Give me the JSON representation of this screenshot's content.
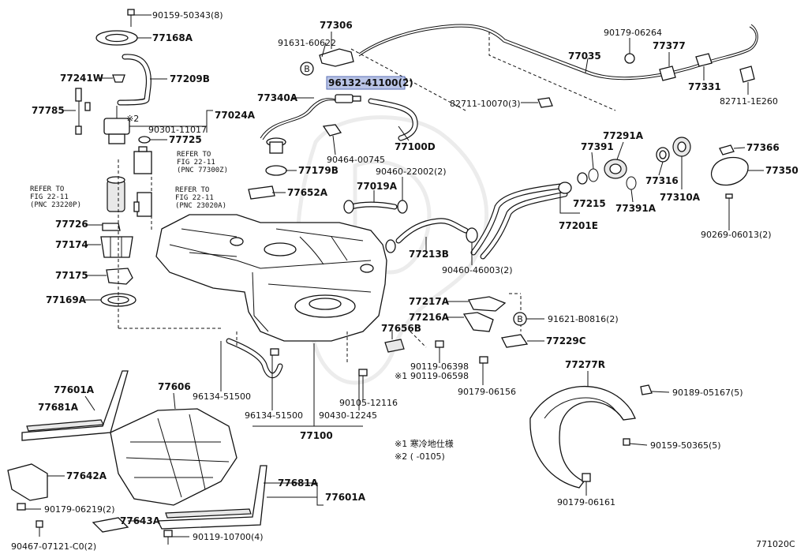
{
  "diagram_code": "771020C",
  "highlighted_part": "96132-41100(2)",
  "footnotes": [
    "※1 寒冷地仕様",
    "※2 (    -0105)"
  ],
  "refer_notes": [
    {
      "line1": "REFER TO",
      "line2": "FIG 22-11",
      "line3": "(PNC 77300Z)"
    },
    {
      "line1": "REFER TO",
      "line2": "FIG 22-11",
      "line3": "(PNC 23220P)"
    },
    {
      "line1": "REFER TO",
      "line2": "FIG 22-11",
      "line3": "(PNC 23020A)"
    }
  ],
  "labels": {
    "p90159_50343": "90159-50343(8)",
    "p77168A": "77168A",
    "p77241W": "77241W",
    "p77209B": "77209B",
    "p77785": "77785",
    "mark2": "※2",
    "p90301": "90301-11017",
    "p77024A": "77024A",
    "p77725": "77725",
    "p77306": "77306",
    "p91631": "91631-60622",
    "markB1": "B",
    "p96132": "96132-41100(2)",
    "p77340A": "77340A",
    "p77100D": "77100D",
    "p90464": "90464-00745",
    "p77179B": "77179B",
    "p77652A": "77652A",
    "p77019A": "77019A",
    "p90460_22002": "90460-22002(2)",
    "p82711_10070": "82711-10070(3)",
    "p90179_06264": "90179-06264",
    "p77377": "77377",
    "p77035": "77035",
    "p77331": "77331",
    "p82711_1E260": "82711-1E260",
    "p77291A": "77291A",
    "p77391": "77391",
    "p77366": "77366",
    "p77350": "77350",
    "p77316": "77316",
    "p77310A": "77310A",
    "p77215": "77215",
    "p77391A": "77391A",
    "p77201E": "77201E",
    "p90269": "90269-06013(2)",
    "p77726": "77726",
    "p77174": "77174",
    "p77175": "77175",
    "p77169A": "77169A",
    "p77213B": "77213B",
    "p90460_46003": "90460-46003(2)",
    "p77217A": "77217A",
    "p77216A": "77216A",
    "markB2": "B",
    "p91621": "91621-B0816(2)",
    "p77656B": "77656B",
    "p77229C": "77229C",
    "p90119_06398": "90119-06398",
    "mark1": "※1",
    "p90119_06598": "90119-06598",
    "p90179_06156": "90179-06156",
    "p90105": "90105-12116",
    "p96134_a": "96134-51500",
    "p96134_b": "96134-51500",
    "p90430": "90430-12245",
    "p77100": "77100",
    "p77601A_a": "77601A",
    "p77681A_a": "77681A",
    "p77606": "77606",
    "p77642A": "77642A",
    "p90179_06219": "90179-06219(2)",
    "p77643A": "77643A",
    "p90467": "90467-07121-C0(2)",
    "p90119_10700": "90119-10700(4)",
    "p77681A_b": "77681A",
    "p77601A_b": "77601A",
    "p77277R": "77277R",
    "p90189": "90189-05167(5)",
    "p90159_50365": "90159-50365(5)",
    "p90179_06161": "90179-06161"
  }
}
